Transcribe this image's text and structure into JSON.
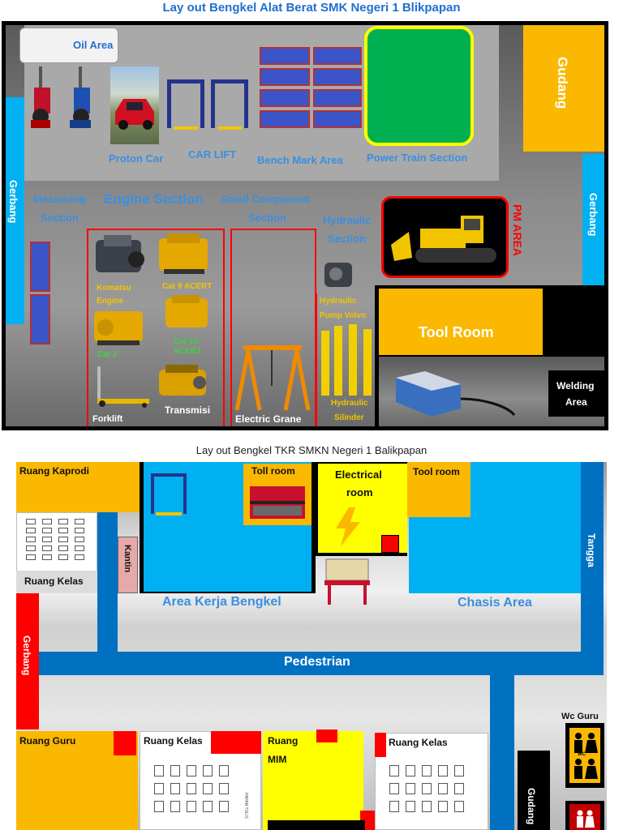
{
  "top_layout": {
    "title": "Lay out Bengkel Alat Berat SMK Negeri 1 Blikpapan",
    "oil_area": "Oil Area",
    "proton_car": "Proton Car",
    "car_lift": "CAR LIFT",
    "bench_mark": "Bench Mark Area",
    "power_train": "Power Train Section",
    "gudang": "Gudang",
    "gerbang_left": "Gerbang",
    "gerbang_right": "Gerbang",
    "measuring": "Measuring",
    "measuring_2": "Section",
    "engine_section": "Engine Section",
    "small_component": "Small Component",
    "small_component_2": "Section",
    "hydraulic": "Hydraulic",
    "hydraulic_2": "Section",
    "pm_area": "PM AREA",
    "komatsu": "Komatsu",
    "komatsu_2": "Engine",
    "cat9": "Cat 9 ACERT",
    "cat2": "Cat 2",
    "cat15": "Cat 15",
    "cat15_2": "ACERT",
    "forklift": "Forklift",
    "transmisi": "Transmisi",
    "electric_grane": "Electric Grane",
    "hydraulic_pump": "Hydraulic",
    "hydraulic_pump_2": "Pump Volvo",
    "hydraulic_silinder": "Hydraulic",
    "hydraulic_silinder_2": "Silinder",
    "tool_room": "Tool Room",
    "welding": "Welding",
    "welding_2": "Area"
  },
  "bottom_layout": {
    "title": "Lay out Bengkel TKR SMKN Negeri 1 Balikpapan",
    "ruang_kaprodi": "Ruang Kaprodi",
    "ruang_kelas_1": "Ruang Kelas",
    "kantin": "Kantin",
    "toll_room": "Toll room",
    "electrical": "Electrical",
    "electrical_2": "room",
    "tool_room": "Tool room",
    "tangga": "Tangga",
    "area_kerja": "Area Kerja Bengkel",
    "chasis": "Chasis Area",
    "gerbang": "Gerbang",
    "pedestrian": "Pedestrian",
    "wc_guru": "Wc Guru",
    "wc_label": "WC",
    "ruang_guru": "Ruang Guru",
    "ruang_kelas_2": "Ruang Kelas",
    "ruang_mim": "Ruang",
    "ruang_mim_2": "MIM",
    "ruang_kelas_3": "Ruang Kelas",
    "gudang": "Gudang",
    "papan_tulis": "PAPAN TULIS"
  },
  "colors": {
    "orange": "#fbb800",
    "sky": "#00b0f0",
    "navy": "#0070c0",
    "red": "#ff0000",
    "green": "#00b050",
    "yellow": "#ffff00"
  }
}
